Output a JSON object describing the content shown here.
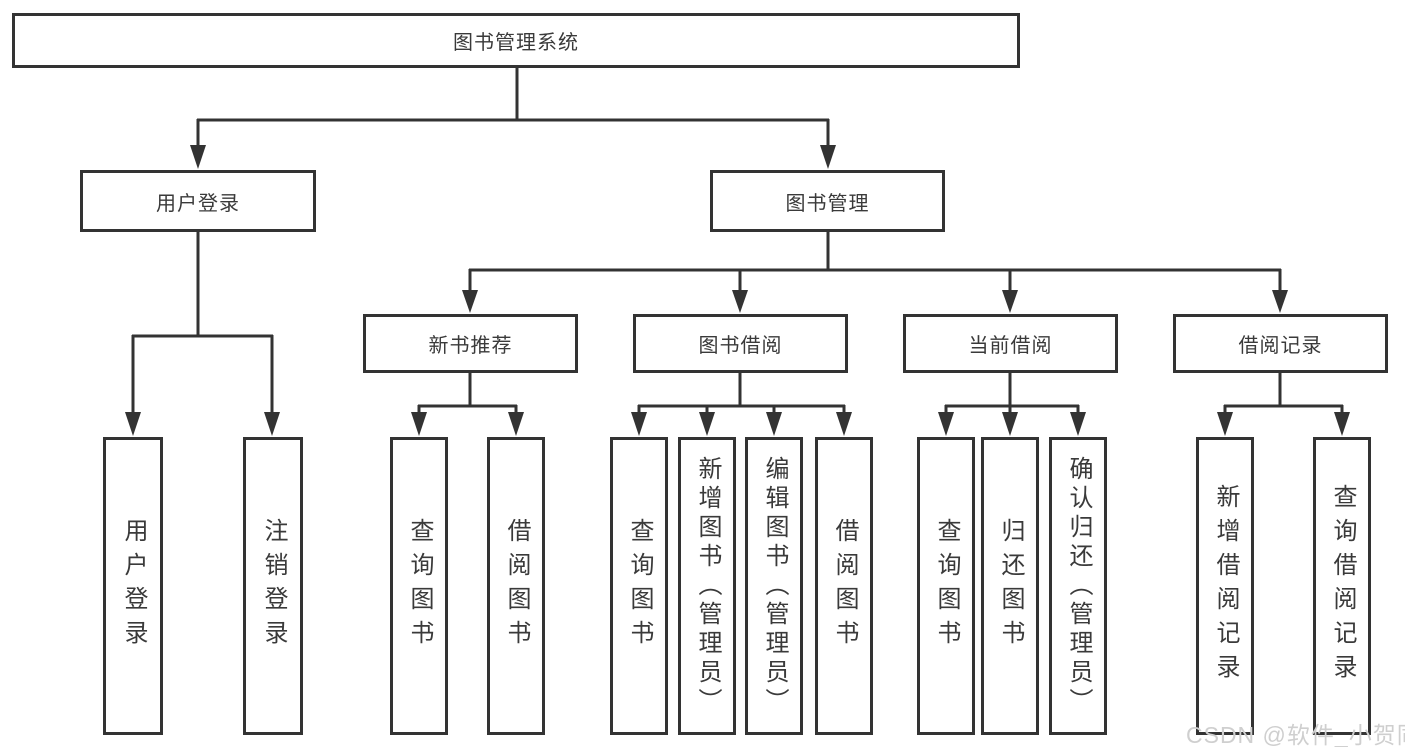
{
  "diagram": {
    "root": {
      "label": "图书管理系统"
    },
    "branches": [
      {
        "label": "用户登录",
        "children": [
          {
            "label": "用户登录"
          },
          {
            "label": "注销登录"
          }
        ]
      },
      {
        "label": "图书管理",
        "children": [
          {
            "label": "新书推荐",
            "children": [
              {
                "label": "查询图书"
              },
              {
                "label": "借阅图书"
              }
            ]
          },
          {
            "label": "图书借阅",
            "children": [
              {
                "label": "查询图书"
              },
              {
                "label": "新增图书（管理员）"
              },
              {
                "label": "编辑图书（管理员）"
              },
              {
                "label": "借阅图书"
              }
            ]
          },
          {
            "label": "当前借阅",
            "children": [
              {
                "label": "查询图书"
              },
              {
                "label": "归还图书"
              },
              {
                "label": "确认归还（管理员）"
              }
            ]
          },
          {
            "label": "借阅记录",
            "children": [
              {
                "label": "新增借阅记录"
              },
              {
                "label": "查询借阅记录"
              }
            ]
          }
        ]
      }
    ]
  },
  "watermark": {
    "text": "CSDN @软件_小贺同学"
  },
  "colors": {
    "background": "#ffffff",
    "line": "#333333",
    "box_border": "#333333",
    "text": "#3a3a3a",
    "watermark": "#cfcfcf"
  }
}
